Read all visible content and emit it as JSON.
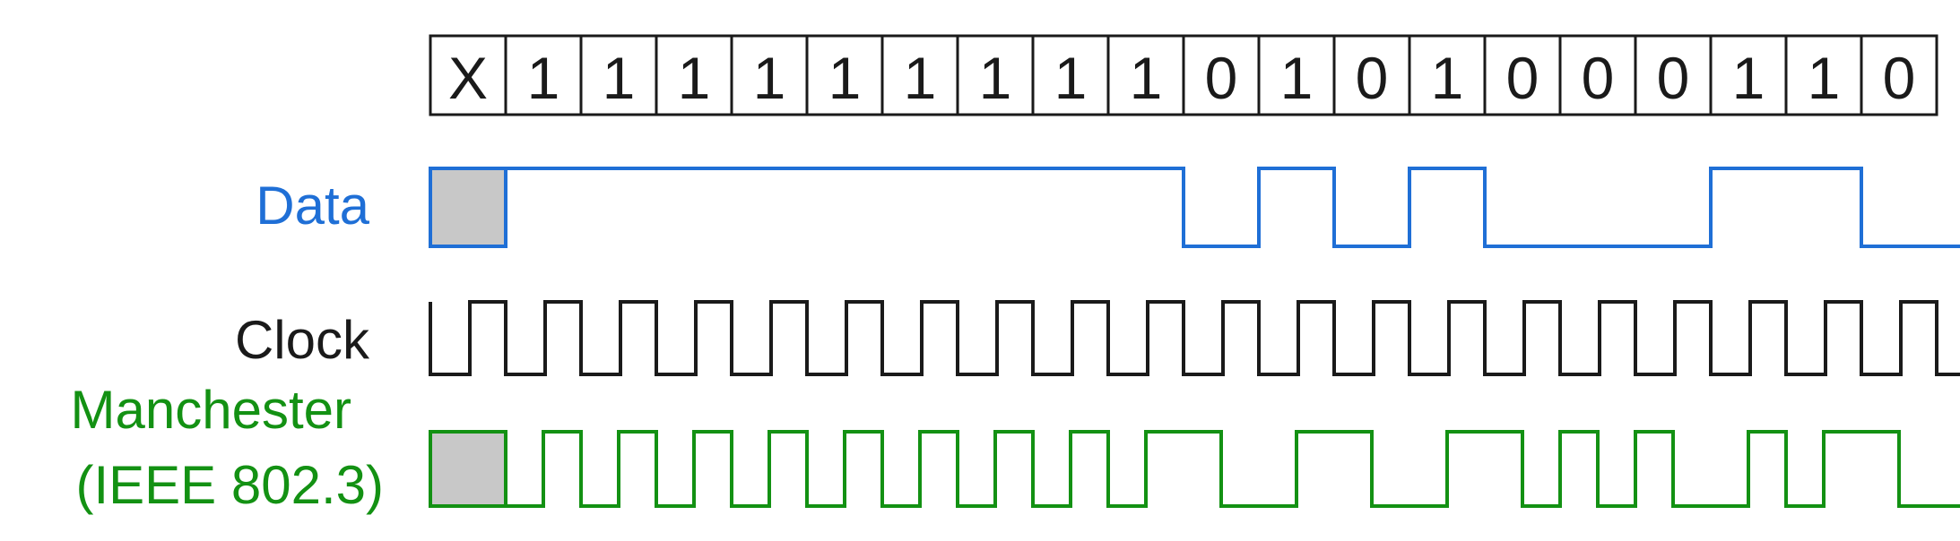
{
  "bits": [
    "X",
    "1",
    "1",
    "1",
    "1",
    "1",
    "1",
    "1",
    "1",
    "1",
    "0",
    "1",
    "0",
    "1",
    "0",
    "0",
    "0",
    "1",
    "1",
    "0"
  ],
  "labels": {
    "data": "Data",
    "clock": "Clock",
    "manchester_line1": "Manchester",
    "manchester_line2": "(IEEE 802.3)"
  },
  "colors": {
    "data": "#1f6fd6",
    "clock": "#1a1a1a",
    "manchester": "#139113",
    "undefined_fill": "#c8c8c8",
    "grid": "#1a1a1a"
  },
  "signals": {
    "data_levels": [
      null,
      1,
      1,
      1,
      1,
      1,
      1,
      1,
      1,
      1,
      0,
      1,
      0,
      1,
      0,
      0,
      0,
      1,
      1,
      0
    ],
    "clock_pattern": "low-then-high per bit",
    "manchester_rule": "0 = high-to-low, 1 = low-to-high (mid-bit transition)"
  }
}
